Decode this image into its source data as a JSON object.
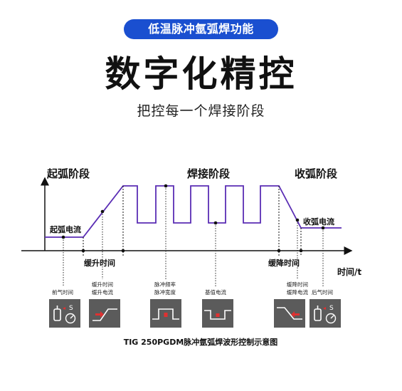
{
  "badge": "低温脉冲氩弧焊功能",
  "title": "数字化精控",
  "subtitle": "把控每一个焊接阶段",
  "stages": {
    "arc_start": "起弧阶段",
    "welding": "焊接阶段",
    "arc_close": "收弧阶段"
  },
  "labels": {
    "start_current": "起弧电流",
    "close_current": "收弧电流",
    "ramp_up_time": "缓升时间",
    "ramp_down_time": "缓降时间",
    "time_axis": "时间/t"
  },
  "params": {
    "pre_gas": "前气时间",
    "ramp_up_time": "缓升时间",
    "ramp_up_current": "缓升电流",
    "pulse_freq": "脉冲频率",
    "pulse_width": "脉冲宽度",
    "base_current": "基值电流",
    "ramp_down_time": "缓降时间",
    "ramp_down_current": "缓降电流",
    "post_gas": "后气时间"
  },
  "icons": [
    "gas-valve-icon",
    "ramp-up-icon",
    "pulse-icon",
    "base-current-icon",
    "ramp-down-icon",
    "gas-valve-icon"
  ],
  "caption": "TIG 250PGDM脉冲氩弧焊波形控制示意图",
  "colors": {
    "badge": "#1a4fd0",
    "waveform": "#5a2db4",
    "icon_bg": "#5b5b5b",
    "arrow": "#e03131"
  }
}
